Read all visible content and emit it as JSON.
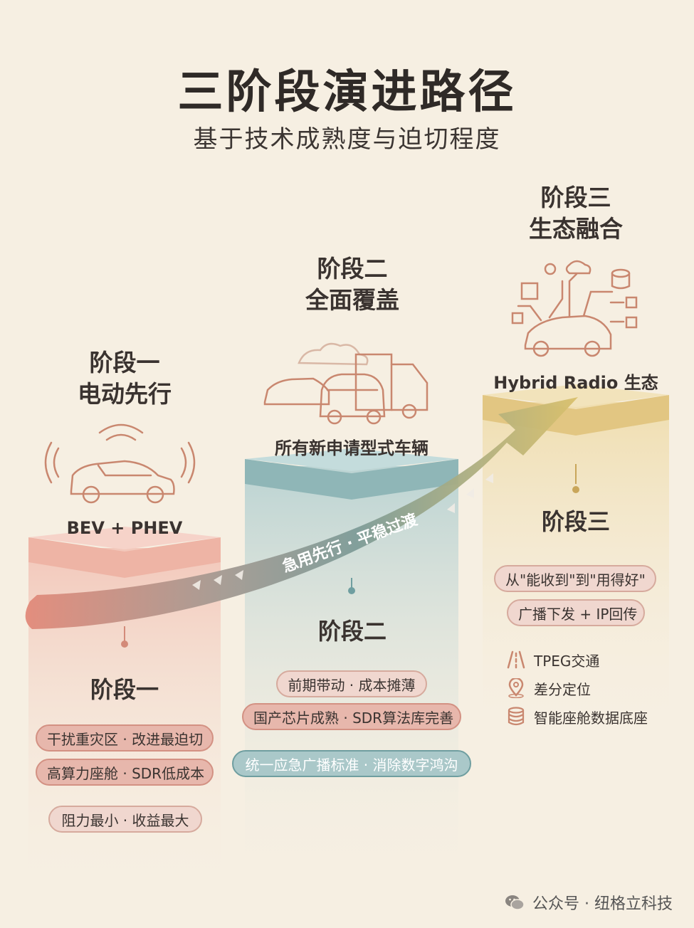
{
  "header": {
    "title": "三阶段演进路径",
    "subtitle": "基于技术成熟度与迫切程度"
  },
  "stage1": {
    "head_line1": "阶段一",
    "head_line2": "电动先行",
    "caption": "BEV + PHEV",
    "name": "阶段一",
    "pills": [
      "干扰重灾区 · 改进最迫切",
      "高算力座舱 · SDR低成本",
      "阻力最小 · 收益最大"
    ],
    "color": "#e8a493"
  },
  "stage2": {
    "head_line1": "阶段二",
    "head_line2": "全面覆盖",
    "caption": "所有新申请型式车辆",
    "name": "阶段二",
    "pills": [
      "前期带动 · 成本摊薄",
      "国产芯片成熟 · SDR算法库完善",
      "统一应急广播标准 · 消除数字鸿沟"
    ],
    "color": "#9fc2c3"
  },
  "stage3": {
    "head_line1": "阶段三",
    "head_line2": "生态融合",
    "caption": "Hybrid Radio 生态",
    "name": "阶段三",
    "pills": [
      "从\"能收到\"到\"用得好\"",
      "广播下发 + IP回传"
    ],
    "legend": [
      {
        "icon": "road-icon",
        "label": "TPEG交通"
      },
      {
        "icon": "location-pin-icon",
        "label": "差分定位"
      },
      {
        "icon": "database-icon",
        "label": "智能座舱数据底座"
      }
    ],
    "color": "#e6cf8f"
  },
  "arrow": {
    "label": "急用先行 · 平稳过渡"
  },
  "footer": {
    "text": "公众号 · 纽格立科技"
  }
}
